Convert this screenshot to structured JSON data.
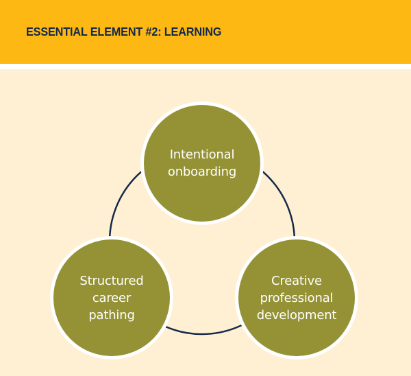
{
  "header": {
    "title": "ESSENTIAL ELEMENT #2: LEARNING"
  },
  "diagram": {
    "type": "cycle",
    "nodes": [
      {
        "id": "top",
        "label": "Intentional\nonboarding"
      },
      {
        "id": "bottom-left",
        "label": "Structured\ncareer\npathing"
      },
      {
        "id": "bottom-right",
        "label": "Creative\nprofessional\ndevelopment"
      }
    ],
    "connector": "circular ring linking all three nodes"
  },
  "colors": {
    "header_bg": "#FDB813",
    "header_text": "#13294B",
    "canvas_bg": "#FFEFD3",
    "node_fill": "#959236",
    "node_border": "#FFFFFF",
    "node_text": "#FFFFFF",
    "ring_stroke": "#13294B"
  }
}
